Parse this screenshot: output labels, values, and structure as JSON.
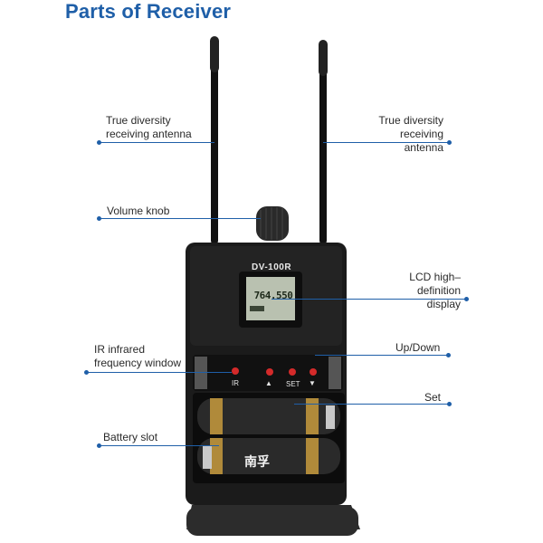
{
  "title": "Parts of Receiver",
  "callouts": {
    "antenna_left": [
      "True diversity",
      "receiving antenna"
    ],
    "antenna_right": [
      "True diversity",
      "receiving antenna"
    ],
    "volume_knob": "Volume knob",
    "lcd": [
      "LCD high–definition",
      "display"
    ],
    "ir_window": [
      "IR infrared",
      "frequency window"
    ],
    "up_down": "Up/Down",
    "set": "Set",
    "battery_slot": "Battery slot"
  },
  "device": {
    "model": "DV-100R",
    "lcd_reading": "764.550",
    "buttons": {
      "ir": "IR",
      "up": "▲",
      "set": "SET",
      "down": "▼"
    },
    "battery_brand": "南孚"
  },
  "colors": {
    "accent": "#1f5fa8",
    "body": "#1b1b1b",
    "lcd": "#b9c1b0",
    "button": "#d42a2a",
    "battery": "#2a2a2a"
  }
}
